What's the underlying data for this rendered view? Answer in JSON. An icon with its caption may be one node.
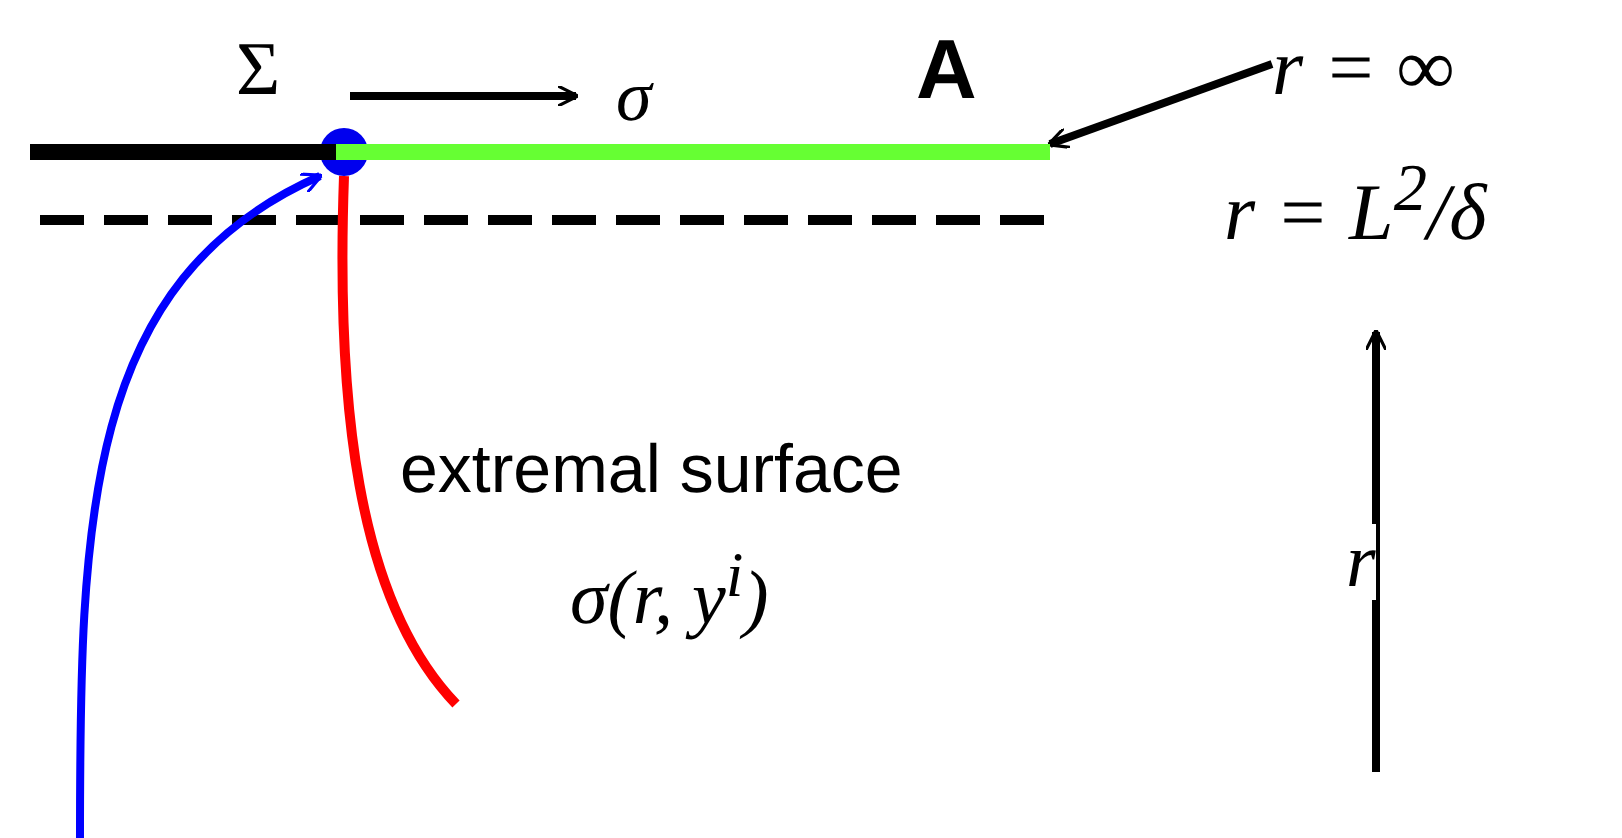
{
  "diagram": {
    "nodes": [
      {
        "text": [],
        "shape": "circle",
        "beside": [
          "Σ"
        ]
      },
      {
        "text": [
          "r = ∞"
        ]
      },
      {
        "text": [],
        "shape": "bar"
      }
    ],
    "edges": [
      {
        "from": 1,
        "to": 2,
        "arrow": "to"
      },
      {
        "from": null,
        "to": 0,
        "arrow": "to",
        "color": "#0000ff"
      }
    ],
    "labels": [
      "σ",
      "A",
      "r = L$^{2}$/δ",
      "extremal surface",
      "σ(r, y$^{i}$)",
      "r"
    ]
  }
}
